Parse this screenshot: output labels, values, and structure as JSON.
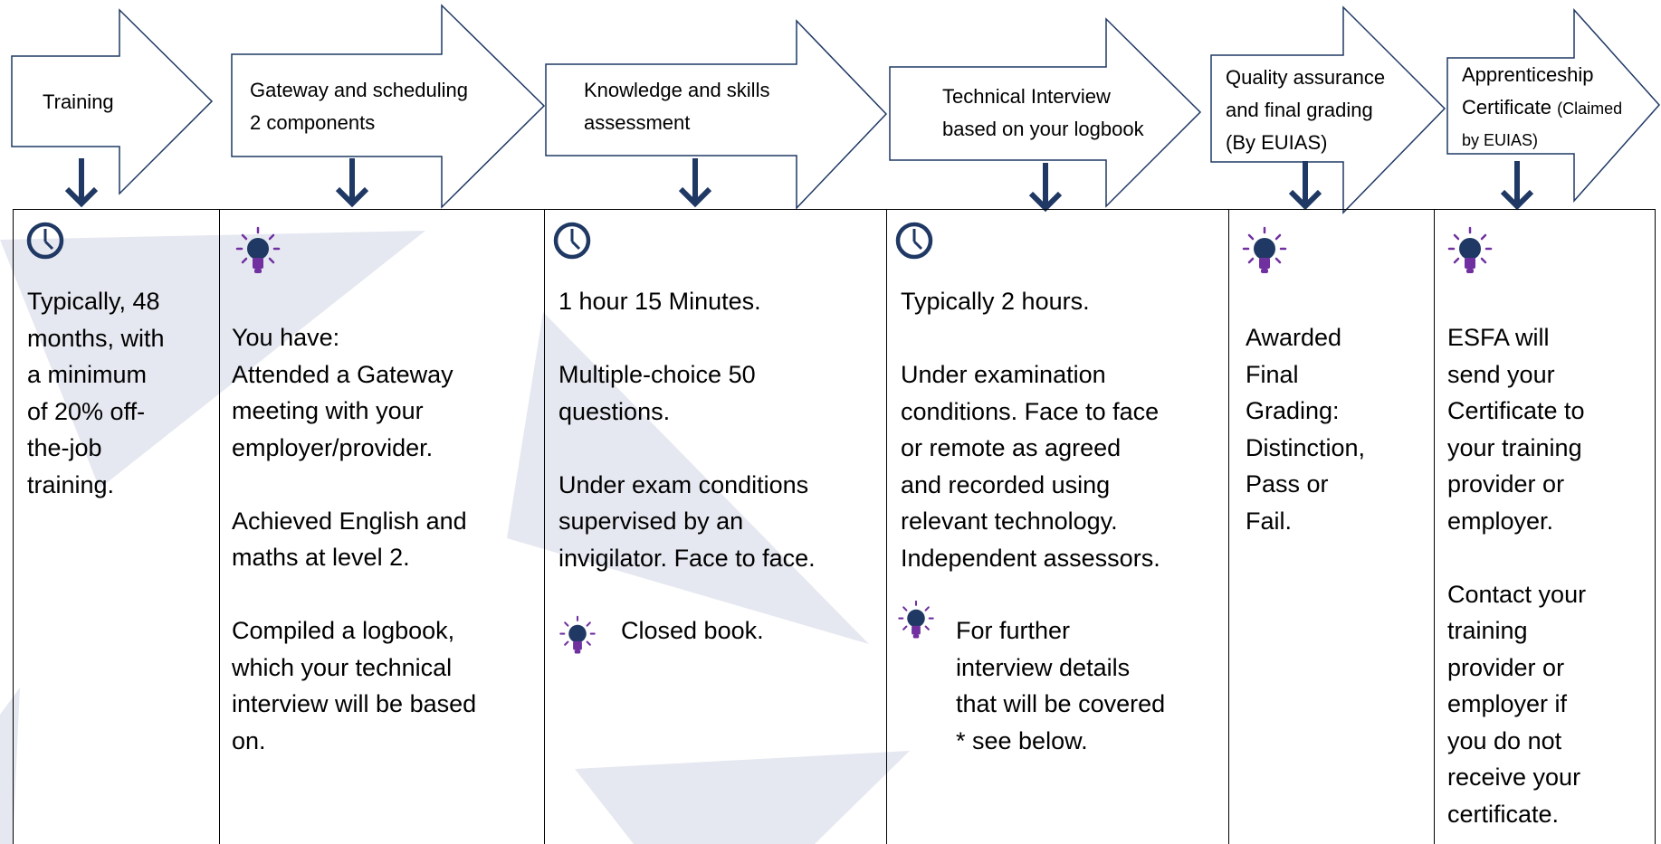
{
  "colors": {
    "accent_navy": "#1f3864",
    "bulb_purple": "#7030a0",
    "watermark": "#e5e8f0"
  },
  "steps": [
    {
      "label_lines": [
        "Training"
      ],
      "icon": "clock-icon",
      "body_paragraphs": [
        [
          "Typically, 48",
          "months, with",
          "a minimum",
          "of 20% off-",
          "the-job",
          "training."
        ]
      ]
    },
    {
      "label_lines": [
        "Gateway and scheduling",
        "2 components"
      ],
      "icon": "lightbulb-icon",
      "body_paragraphs": [
        [
          "You have:",
          "Attended a Gateway",
          "meeting with your",
          "employer/provider."
        ],
        [
          "Achieved English and",
          "maths at level 2."
        ],
        [
          "Compiled a logbook,",
          "which your technical",
          "interview will be based",
          "on."
        ]
      ]
    },
    {
      "label_lines": [
        "Knowledge and skills",
        "assessment"
      ],
      "icon": "clock-icon",
      "body_paragraphs": [
        [
          "1 hour 15 Minutes."
        ],
        [
          "Multiple-choice 50",
          "questions."
        ],
        [
          "Under exam conditions",
          "supervised by an",
          "invigilator. Face to face."
        ]
      ],
      "note": "Closed book."
    },
    {
      "label_lines": [
        "Technical Interview",
        "based on your logbook"
      ],
      "icon": "clock-icon",
      "body_paragraphs": [
        [
          "Typically 2 hours."
        ],
        [
          "Under examination",
          "conditions. Face to face",
          "or remote as agreed",
          "and recorded using",
          "relevant technology.",
          "Independent assessors."
        ]
      ],
      "note_lines": [
        "For further",
        "interview details",
        "that will be covered",
        "* see below."
      ]
    },
    {
      "label_lines": [
        "Quality assurance",
        "and final grading",
        "(By EUIAS)"
      ],
      "icon": "lightbulb-icon",
      "body_paragraphs": [
        [
          "Awarded",
          "Final",
          "Grading:",
          "Distinction,",
          "Pass or",
          "Fail."
        ]
      ]
    },
    {
      "label_lines": [
        "Apprenticeship",
        "Certificate (Claimed",
        "by EUIAS)"
      ],
      "icon": "lightbulb-icon",
      "body_paragraphs": [
        [
          "ESFA will",
          "send your",
          "Certificate to",
          "your training",
          "provider or",
          "employer."
        ],
        [
          "Contact your",
          "training",
          "provider or",
          "employer if",
          "you do not",
          "receive your",
          "certificate."
        ]
      ]
    }
  ],
  "labels": {
    "s0": "Training",
    "s1a": "Gateway and scheduling",
    "s1b": "2 components",
    "s2a": "Knowledge and skills",
    "s2b": "assessment",
    "s3a": "Technical Interview",
    "s3b": "based on your logbook",
    "s4a": "Quality assurance",
    "s4b": "and final grading",
    "s4c": "(By EUIAS)",
    "s5a": "Apprenticeship",
    "s5b": "Certificate",
    "s5b_small": "(Claimed",
    "s5c": "by EUIAS)"
  },
  "body": {
    "c0": [
      "Typically, 48",
      "months, with",
      "a minimum",
      "of 20% off-",
      "the-job",
      "training."
    ],
    "c1": [
      "You have:",
      "Attended a Gateway",
      "meeting with your",
      "employer/provider.",
      "",
      "Achieved English and",
      "maths at level 2.",
      "",
      "Compiled a logbook,",
      "which your technical",
      "interview will be based",
      "on."
    ],
    "c2": [
      "1 hour 15 Minutes.",
      "",
      "Multiple-choice 50",
      "questions.",
      "",
      "Under exam conditions",
      "supervised by an",
      "invigilator. Face to face."
    ],
    "c2_note": "Closed book.",
    "c3": [
      "Typically 2 hours.",
      "",
      "Under examination",
      "conditions. Face to face",
      "or remote as agreed",
      "and recorded using",
      "relevant technology.",
      "Independent assessors."
    ],
    "c3_note": [
      "For further",
      "interview details",
      "that will be covered",
      "* see below."
    ],
    "c4": [
      "Awarded",
      "Final",
      "Grading:",
      "Distinction,",
      "Pass or",
      "Fail."
    ],
    "c5": [
      "ESFA will",
      "send your",
      "Certificate to",
      "your training",
      "provider or",
      "employer.",
      "",
      "Contact your",
      "training",
      "provider or",
      "employer if",
      "you do not",
      "receive your",
      "certificate."
    ]
  }
}
